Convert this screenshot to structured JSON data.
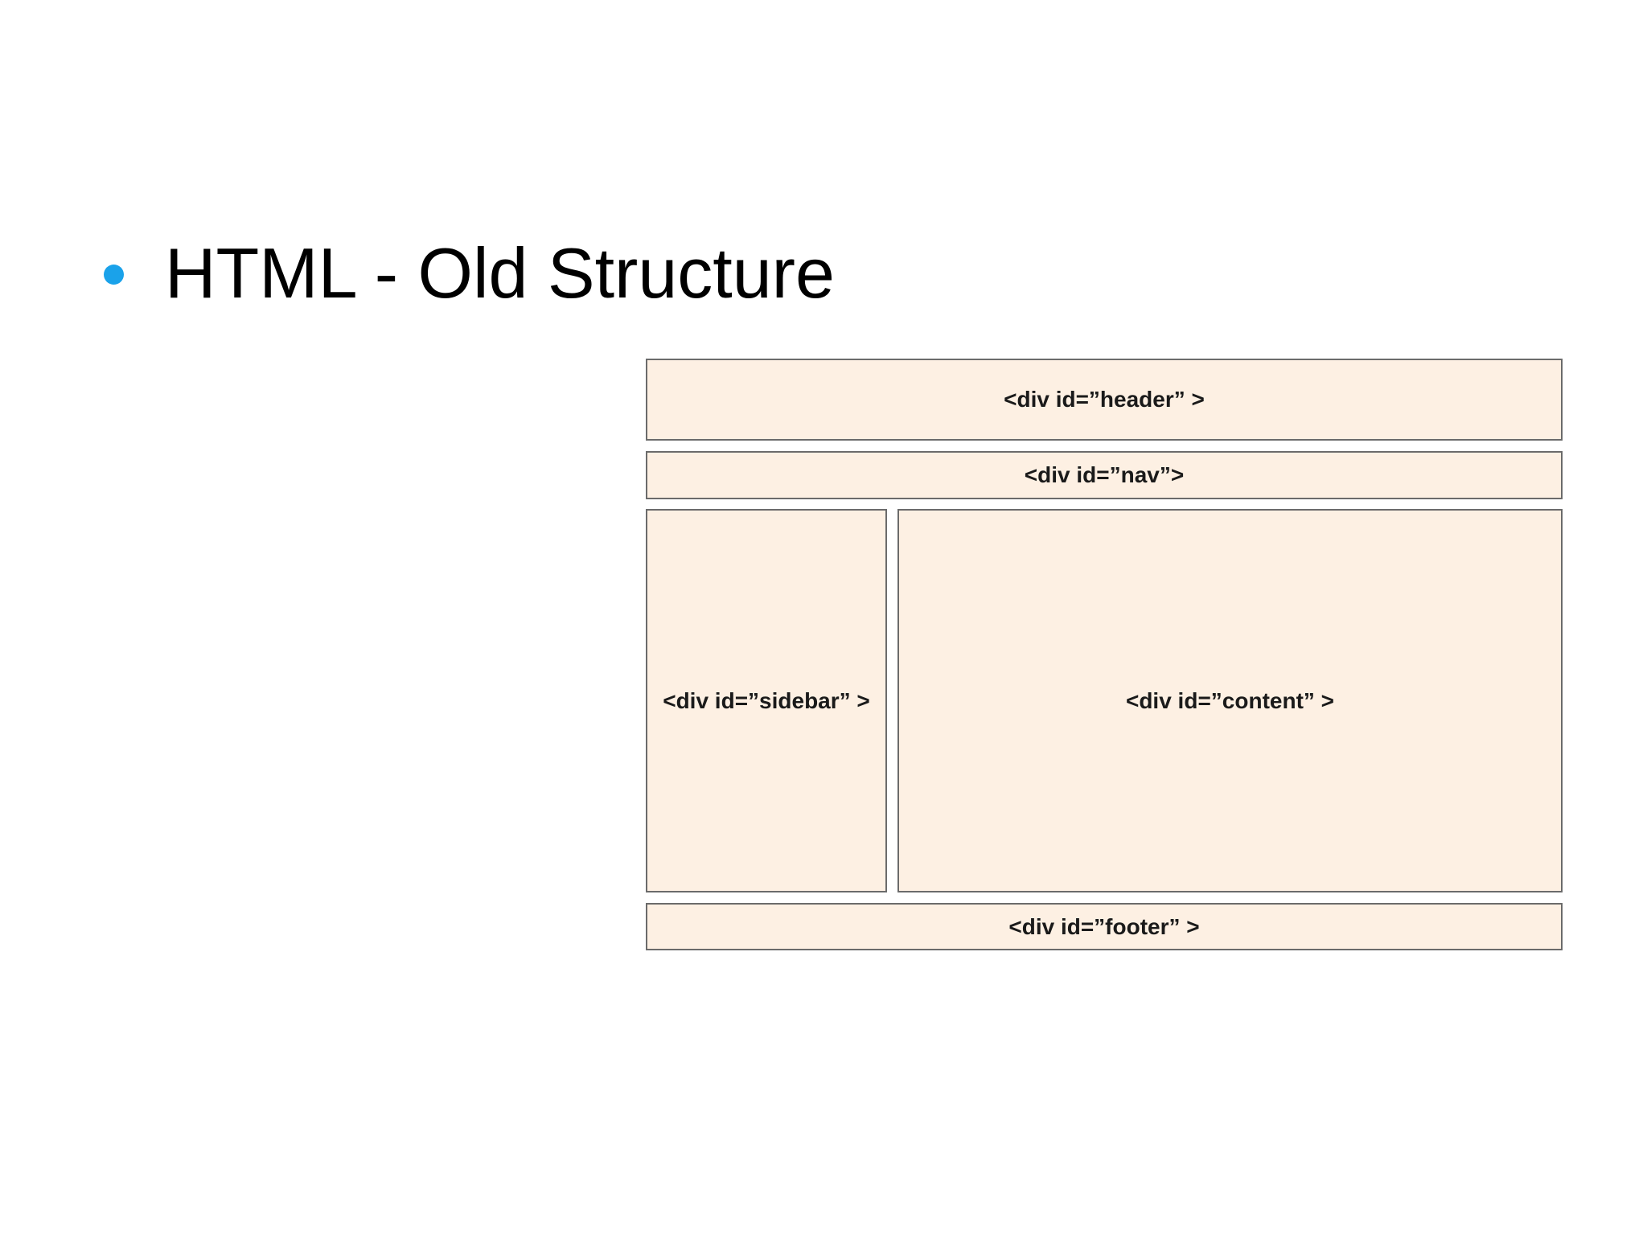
{
  "slide": {
    "title": "HTML - Old Structure"
  },
  "diagram": {
    "header_label": "<div id=”header” >",
    "nav_label": "<div id=”nav”>",
    "sidebar_label": "<div id=”sidebar” >",
    "content_label": "<div id=”content” >",
    "footer_label": "<div id=”footer” >"
  },
  "colors": {
    "bullet": "#1aa2ea",
    "box_fill": "#fdf0e3",
    "box_border": "#6b6b6b",
    "title_text": "#000000",
    "label_text": "#1a1a1a"
  }
}
